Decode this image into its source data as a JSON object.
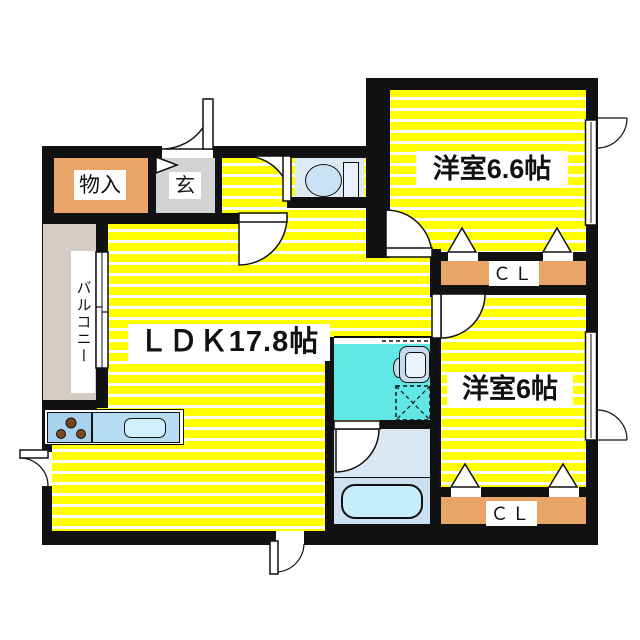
{
  "plan_title": "apartment-floorplan",
  "rooms": {
    "ldk": "ＬＤＫ17.8帖",
    "western_room_66": "洋室6.6帖",
    "western_room_6": "洋室6帖",
    "closet_upper": "ＣＬ",
    "closet_lower": "ＣＬ",
    "storage": "物入",
    "entrance": "玄",
    "balcony": "バルコニー"
  },
  "colors": {
    "room_stripe_yellow": "#ffff00",
    "closet_storage_orange": "#e9a467",
    "entrance_gray": "#d2d3d5",
    "balcony_beige": "#d4ccc5",
    "washroom_cyan": "#62e7e7",
    "bathroom_blue": "#dae7f5",
    "toilet_blue": "#ddebf7",
    "kitchen_counter_blue": "#b7ddf5",
    "wall_black": "#111111"
  }
}
